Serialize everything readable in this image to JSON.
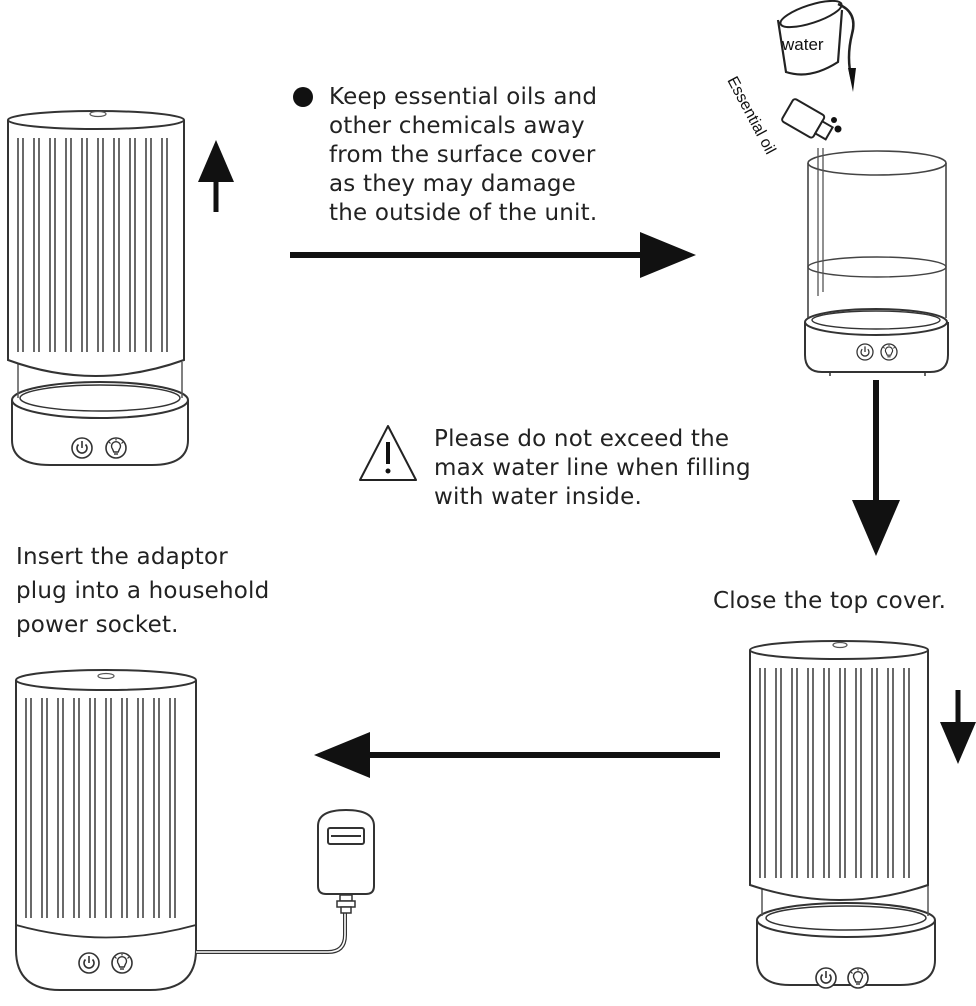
{
  "step1_note": {
    "lines": [
      "Keep essential oils and",
      "other chemicals away",
      "from the surface cover",
      "as they may damage",
      "the outside of the unit."
    ]
  },
  "pour_labels": {
    "water": "water",
    "essential_oil": "Essential oil"
  },
  "warning": {
    "lines": [
      "Please do not exceed the",
      "max water line when filling",
      "with water inside."
    ]
  },
  "step3_label": "Close the top cover.",
  "step4_note": {
    "lines": [
      "Insert the adaptor",
      "plug into a household",
      "power socket."
    ]
  },
  "icons": {
    "power": "power-icon",
    "light": "light-icon"
  },
  "colors": {
    "ink": "#1a1a1a",
    "line": "#333333"
  }
}
